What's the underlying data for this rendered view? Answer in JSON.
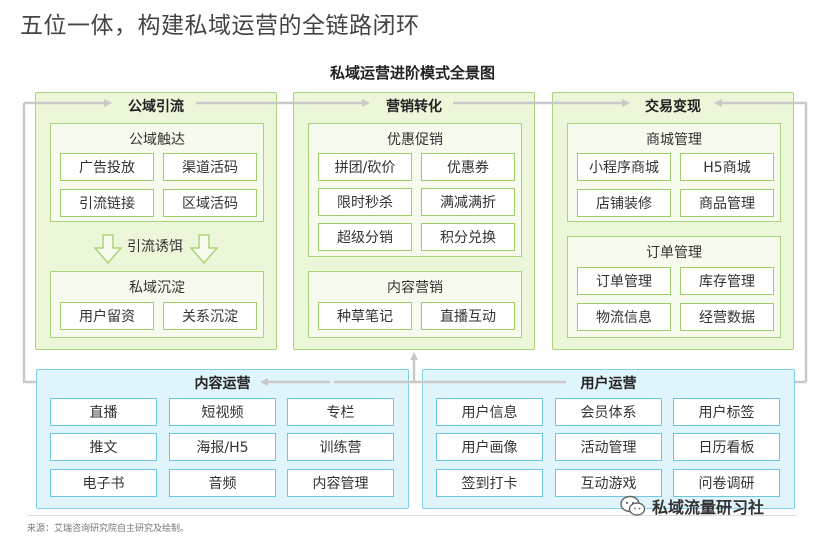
{
  "page_title": "五位一体，构建私域运营的全链路闭环",
  "diagram_title": "私域运营进阶模式全景图",
  "panels": {
    "public": {
      "title": "公域引流",
      "touch": {
        "title": "公域触达",
        "items": [
          "广告投放",
          "渠道活码",
          "引流链接",
          "区域活码"
        ]
      },
      "lure": "引流诱饵",
      "settle": {
        "title": "私域沉淀",
        "items": [
          "用户留资",
          "关系沉淀"
        ]
      }
    },
    "marketing": {
      "title": "营销转化",
      "promo": {
        "title": "优惠促销",
        "items": [
          "拼团/砍价",
          "优惠券",
          "限时秒杀",
          "满减满折",
          "超级分销",
          "积分兑换"
        ]
      },
      "content": {
        "title": "内容营销",
        "items": [
          "种草笔记",
          "直播互动"
        ]
      }
    },
    "trade": {
      "title": "交易变现",
      "mall": {
        "title": "商城管理",
        "items": [
          "小程序商城",
          "H5商城",
          "店铺装修",
          "商品管理"
        ]
      },
      "order": {
        "title": "订单管理",
        "items": [
          "订单管理",
          "库存管理",
          "物流信息",
          "经营数据"
        ]
      }
    },
    "content_ops": {
      "title": "内容运营",
      "items": [
        "直播",
        "短视频",
        "专栏",
        "推文",
        "海报/H5",
        "训练营",
        "电子书",
        "音频",
        "内容管理"
      ]
    },
    "user_ops": {
      "title": "用户运营",
      "items": [
        "用户信息",
        "会员体系",
        "用户标签",
        "用户画像",
        "活动管理",
        "日历看板",
        "签到打卡",
        "互动游戏",
        "问卷调研"
      ]
    }
  },
  "source": "来源：艾瑞咨询研究院自主研究及绘制。",
  "watermark": "私域流量研习社",
  "colors": {
    "green_border": "#a9d47a",
    "green_fill": "#ecf6d9",
    "blue_border": "#7fd0ea",
    "blue_fill": "#e0f4fb",
    "arrow": "#c9c9c9"
  }
}
